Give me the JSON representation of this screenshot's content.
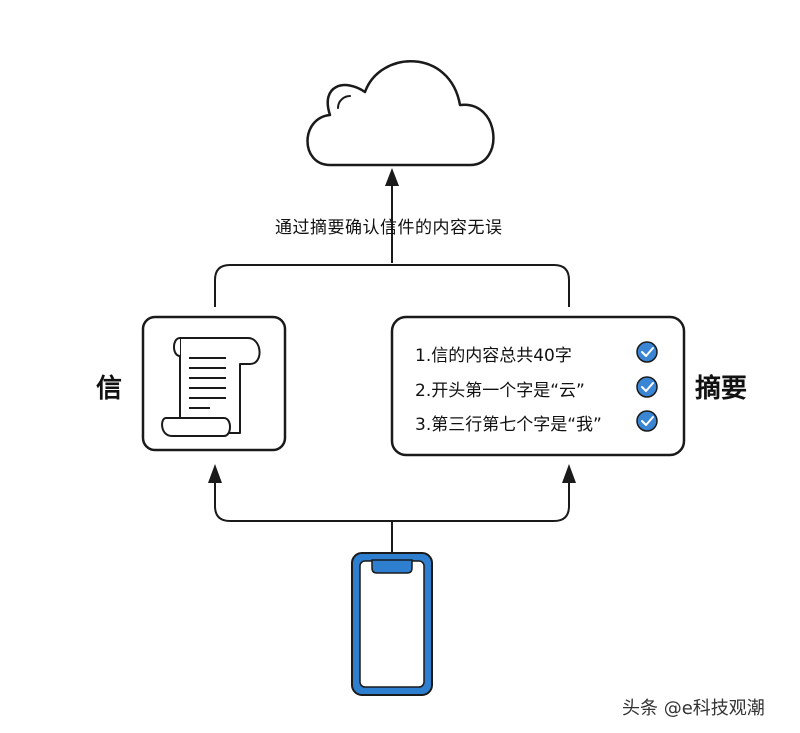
{
  "caption": "通过摘要确认信件的内容无误",
  "labels": {
    "letter": "信",
    "summary": "摘要"
  },
  "summary_items": [
    {
      "text": "1.信的内容总共40字",
      "checked": true
    },
    {
      "text": "2.开头第一个字是“云”",
      "checked": true
    },
    {
      "text": "3.第三行第七个字是“我”",
      "checked": true
    }
  ],
  "watermark": "头条 @e科技观潮",
  "colors": {
    "stroke": "#1a1a1a",
    "check_fill": "#3b86d4",
    "phone_blue": "#2f7fd0"
  },
  "icons": [
    "cloud-icon",
    "scroll-icon",
    "check-icon",
    "phone-icon"
  ]
}
